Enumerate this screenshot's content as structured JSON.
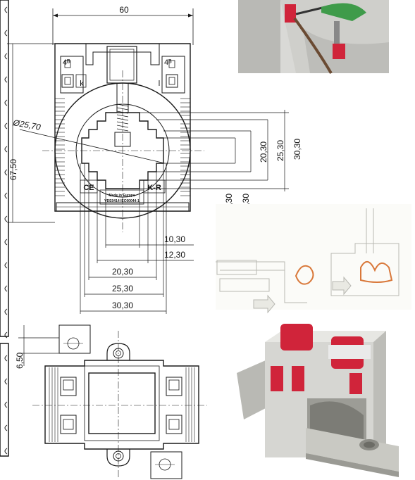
{
  "front_view": {
    "width_dim": "60",
    "diameter_dim": "Ø25,70",
    "height_dim_partial": "67,50",
    "terminal_k": "k",
    "terminal_l": "l",
    "terminal_k_top": "4ᴮ",
    "terminal_l_top": "4ᴮ",
    "ce_mark": "CE",
    "brand_mark": "K-R",
    "made_in": "Made in Europe",
    "standard": "VDE0414 IEC60044-1"
  },
  "right_dims": {
    "d1": "20,30",
    "d2": "25,30",
    "d3": "30,30"
  },
  "lower_right_dims": {
    "d1": "10,30",
    "d2": "12,30"
  },
  "bottom_dims": {
    "d1": "10,30",
    "d2": "12,30",
    "d3": "20,30",
    "d4": "25,30",
    "d5": "30,30"
  },
  "bottom_view": {
    "offset_dim": "6,50"
  },
  "left_strip_count": 20,
  "colors": {
    "accent_red": "#d0243a",
    "housing_grey": "#c9c9c5",
    "line": "#1a1a1a"
  }
}
